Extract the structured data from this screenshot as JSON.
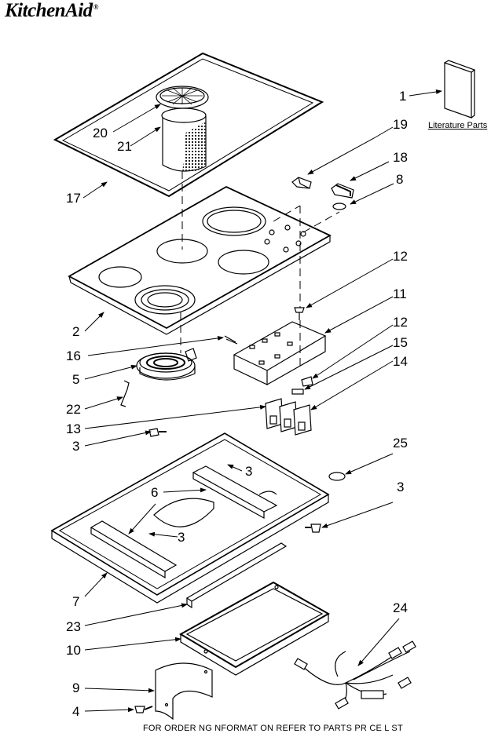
{
  "brand": {
    "name": "KitchenAid",
    "trademark": "®"
  },
  "literature_label": "Literature Parts",
  "footer": "FOR ORDER NG NFORMAT ON REFER TO PARTS PR CE L ST",
  "callouts": {
    "c1": "1",
    "c19": "19",
    "c18": "18",
    "c8": "8",
    "c20": "20",
    "c21": "21",
    "c17": "17",
    "c12a": "12",
    "c11": "11",
    "c12b": "12",
    "c15": "15",
    "c14": "14",
    "c2": "2",
    "c16": "16",
    "c5": "5",
    "c22": "22",
    "c13": "13",
    "c3a": "3",
    "c25": "25",
    "c3b": "3",
    "c6": "6",
    "c3c": "3",
    "c3d": "3",
    "c7": "7",
    "c24": "24",
    "c23": "23",
    "c10": "10",
    "c9": "9",
    "c4": "4"
  }
}
